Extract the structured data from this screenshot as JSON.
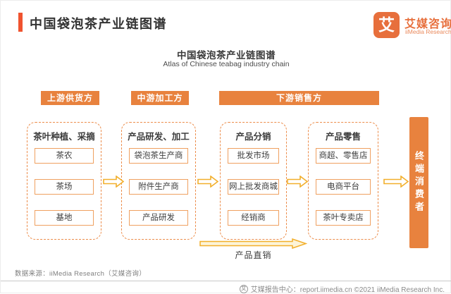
{
  "header": {
    "title": "中国袋泡茶产业链图谱",
    "logo": {
      "mark": "艾",
      "name_cn": "艾媒咨询",
      "name_en": "iiMedia Research"
    }
  },
  "chart": {
    "title": "中国袋泡茶产业链图谱",
    "subtitle": "Atlas of Chinese teabag industry chain"
  },
  "stages": [
    {
      "label": "上游供货方"
    },
    {
      "label": "中游加工方"
    },
    {
      "label": "下游销售方"
    }
  ],
  "columns": [
    {
      "header": "茶叶种植、采摘",
      "items": [
        "茶农",
        "茶场",
        "基地"
      ]
    },
    {
      "header": "产品研发、加工",
      "items": [
        "袋泡茶生产商",
        "附件生产商",
        "产品研发"
      ]
    },
    {
      "header": "产品分销",
      "items": [
        "批发市场",
        "网上批发商城",
        "经销商"
      ]
    },
    {
      "header": "产品零售",
      "items": [
        "商超、零售店",
        "电商平台",
        "茶叶专卖店"
      ]
    }
  ],
  "end_consumer": "终端消费者",
  "direct_sales_label": "产品直销",
  "source_note": "数据来源：iiMedia Research（艾媒咨询）",
  "footer": {
    "icon_glyph": "艾",
    "text": "艾媒报告中心：report.iimedia.cn  ©2021  iiMedia Research Inc."
  },
  "colors": {
    "accent_orange": "#e8823e",
    "title_bar_orange": "#f0532f",
    "logo_orange": "#e76f3c",
    "arrow_gold": "#f2af2b",
    "dashed_border": "#ec8c4a"
  }
}
